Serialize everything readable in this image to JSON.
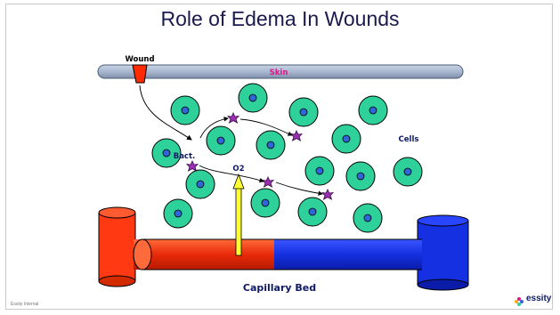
{
  "title": "Role of Edema In Wounds",
  "footer_label": "Essity Internal",
  "brand": "essity",
  "diagram": {
    "wound_label": "Wound",
    "skin_label": "Skin",
    "bacteria_label": "Bact.",
    "oxygen_label": "O2",
    "cells_label": "Cells",
    "capillary_label": "Capillary Bed"
  },
  "colors": {
    "title": "#1a1a4d",
    "skin_text": "#e0158a",
    "cell_fill": "#2fd19a",
    "nucleus_fill": "#2f66d8",
    "arterial": "#ff3a12",
    "venous": "#1530e0",
    "oxygen_arrow": "#ffff33",
    "bacteria": "#9a2fb3",
    "wound": "#ff2a00",
    "brand": "#0d1a63"
  }
}
